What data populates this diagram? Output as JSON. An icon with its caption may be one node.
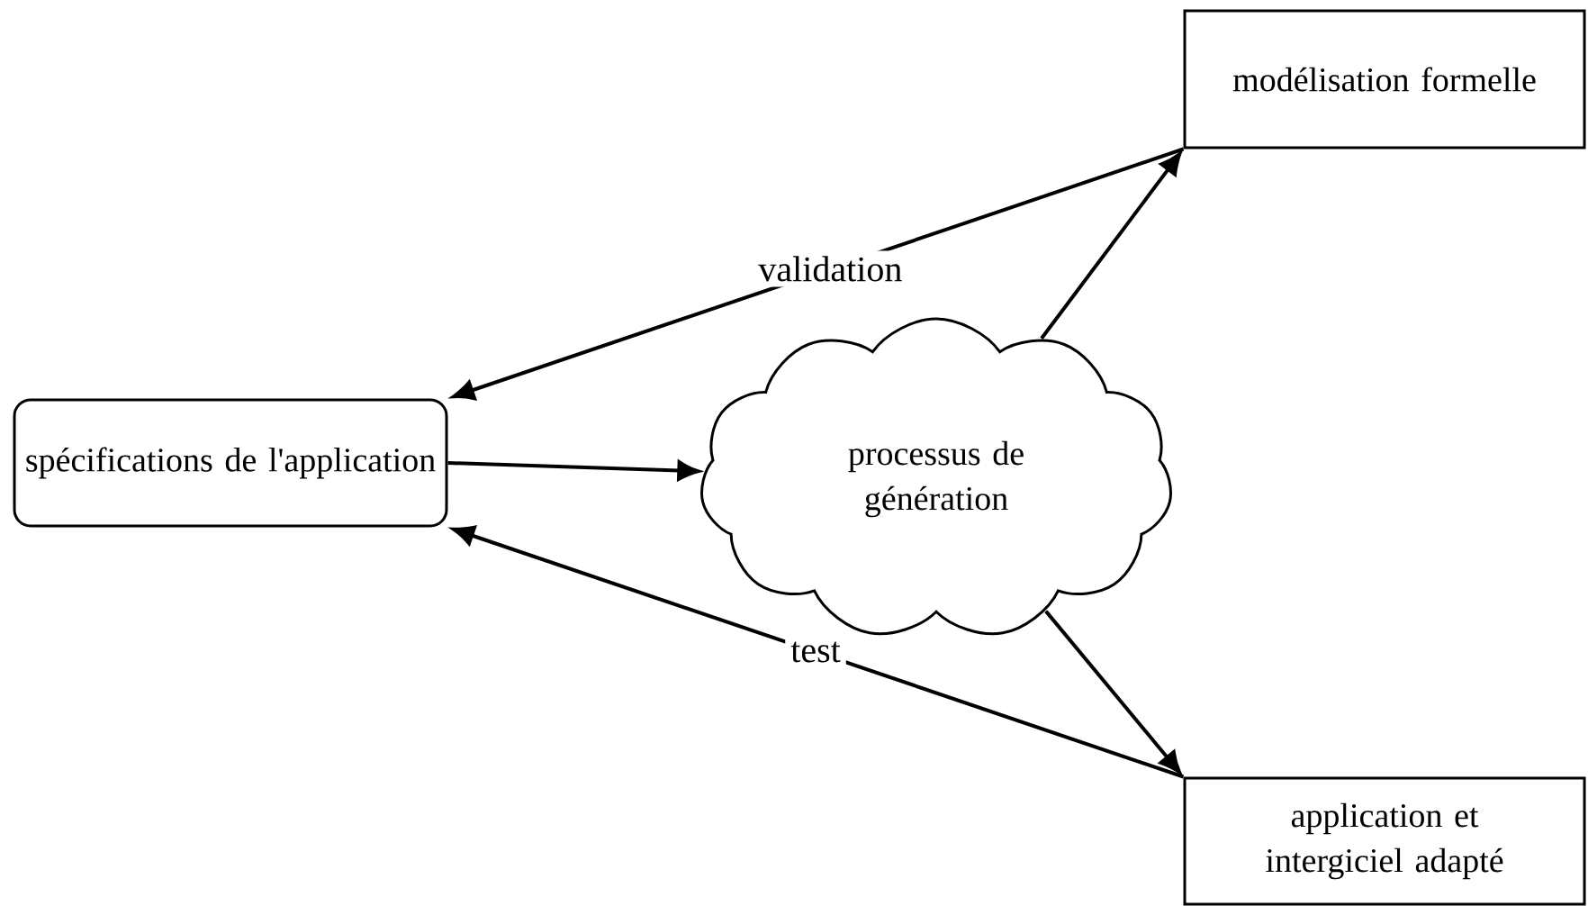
{
  "diagram": {
    "nodes": [
      {
        "text": [
          "spécifications de l'application"
        ]
      },
      {
        "text": [
          "processus de génération"
        ]
      },
      {
        "text": [
          "modélisation formelle"
        ]
      },
      {
        "text": [
          "application et intergiciel adapté"
        ]
      }
    ],
    "edges": [
      {
        "from": 2,
        "to": 0,
        "arrow": "to",
        "label": "validation"
      },
      {
        "from": 0,
        "to": 1,
        "arrow": "to"
      },
      {
        "from": 1,
        "to": 2,
        "arrow": "to"
      },
      {
        "from": 1,
        "to": 3,
        "arrow": "to"
      },
      {
        "from": 3,
        "to": 0,
        "arrow": "to",
        "label": "test"
      }
    ]
  }
}
